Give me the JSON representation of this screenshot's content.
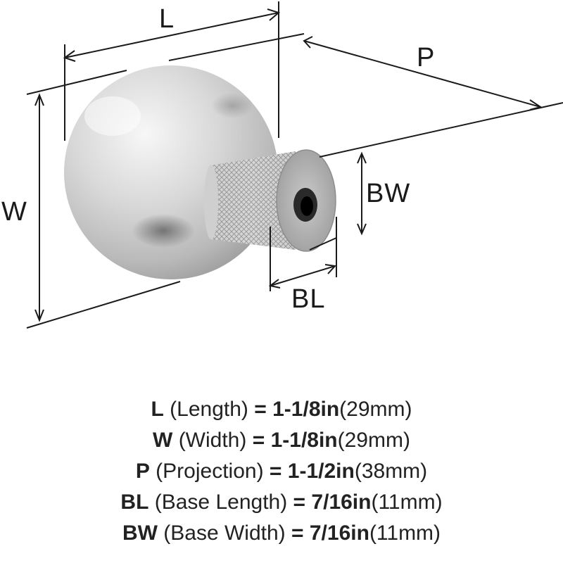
{
  "diagram": {
    "labels": {
      "L": "L",
      "W": "W",
      "P": "P",
      "BW": "BW",
      "BL": "BL"
    }
  },
  "specs": [
    {
      "key": "L",
      "desc": "(Length)",
      "eq": "=",
      "imperial": "1-1/8in",
      "metric": "(29mm)"
    },
    {
      "key": "W",
      "desc": "(Width)",
      "eq": "=",
      "imperial": "1-1/8in",
      "metric": "(29mm)"
    },
    {
      "key": "P",
      "desc": "(Projection)",
      "eq": "=",
      "imperial": "1-1/2in",
      "metric": "(38mm)"
    },
    {
      "key": "BL",
      "desc": "(Base Length)",
      "eq": "=",
      "imperial": "7/16in",
      "metric": "(11mm)"
    },
    {
      "key": "BW",
      "desc": "(Base Width)",
      "eq": "=",
      "imperial": "7/16in",
      "metric": "(11mm)"
    }
  ]
}
